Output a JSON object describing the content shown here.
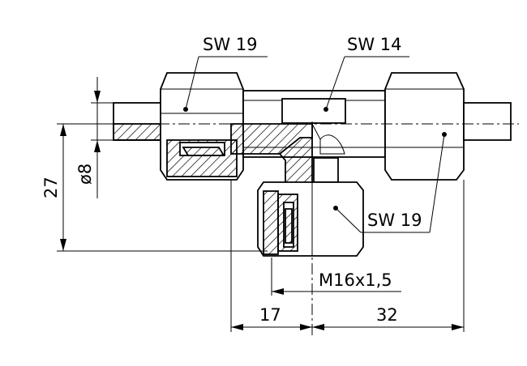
{
  "labels": {
    "sw_top_left": "SW 19",
    "sw_top_right": "SW 14",
    "sw_bottom_right": "SW 19",
    "thread": "M16x1,5",
    "dim_left": "17",
    "dim_right": "32",
    "dim_height": "27",
    "dim_tube": "ø8"
  }
}
